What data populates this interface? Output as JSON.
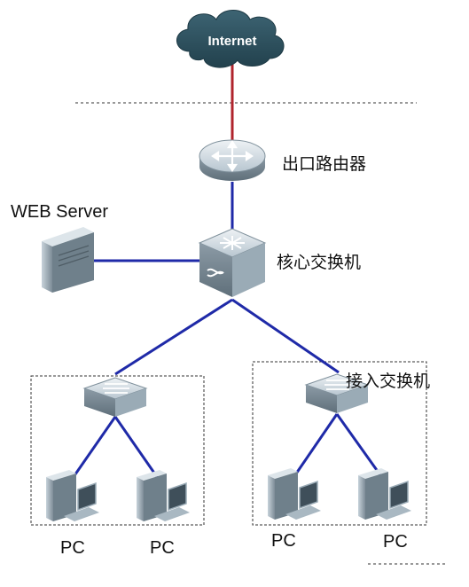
{
  "cloud": {
    "label": "Internet"
  },
  "router": {
    "label": "出口路由器"
  },
  "server": {
    "label": "WEB Server"
  },
  "core_switch": {
    "label": "核心交换机"
  },
  "access_switch": {
    "label": "接入交换机"
  },
  "pcs": [
    {
      "label": "PC"
    },
    {
      "label": "PC"
    },
    {
      "label": "PC"
    },
    {
      "label": "PC"
    }
  ],
  "colors": {
    "wan_link": "#b0242d",
    "lan_link": "#1f2aa8",
    "cloud": "#2f4f5c",
    "device_body": "#8fa4b2"
  }
}
